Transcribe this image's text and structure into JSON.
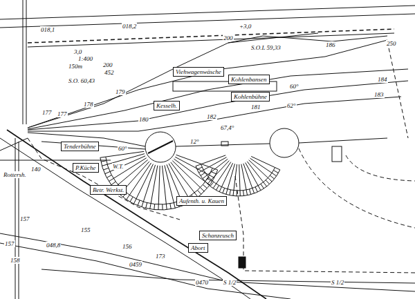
{
  "diagram": {
    "nodes": [
      {
        "text": [
          "Viehwagenwäsche"
        ]
      },
      {
        "text": [
          "Kohlenbansen"
        ]
      },
      {
        "text": [
          "Kohlenbühne"
        ]
      },
      {
        "text": [
          "Kesselh."
        ]
      },
      {
        "text": [
          "Tenderbühne"
        ]
      },
      {
        "text": [
          "P.Küche"
        ]
      },
      {
        "text": [
          "Betr. Werkst."
        ]
      },
      {
        "text": [
          "Aufenth. u. Kauen"
        ]
      },
      {
        "text": [
          "Schanzeusch"
        ]
      },
      {
        "text": [
          "Abort"
        ]
      }
    ],
    "labels": [
      "018,1",
      "018,2",
      "+3,0",
      "200",
      "S.O.L 59,33",
      "186",
      "250",
      "3,0",
      "1:400",
      "150m",
      "200",
      "452",
      "S.O. 60,43",
      "179",
      "178",
      "177",
      "177",
      "184",
      "183",
      "181",
      "180",
      "182",
      "67,4°",
      "60°",
      "12°",
      "62°",
      "60°",
      "Rottersh.",
      "140",
      "W.T.",
      "157",
      "155",
      "156",
      "157",
      "158",
      "048,8",
      "173",
      "0459",
      "0470",
      "S 1/2",
      "S 1/2"
    ]
  }
}
